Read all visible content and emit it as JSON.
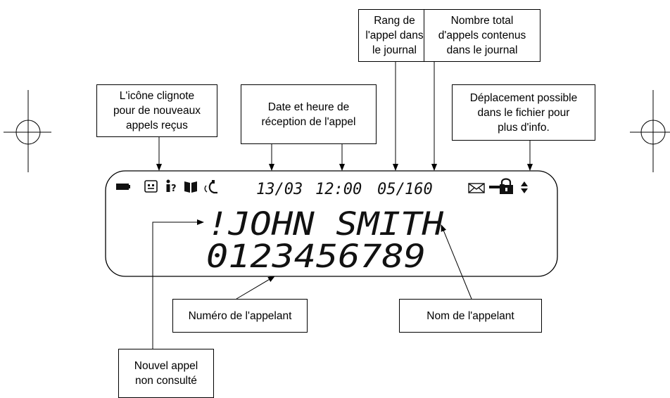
{
  "callouts": {
    "icon_blink": "L'icône clignote\npour de nouveaux\nappels reçus",
    "date_time": "Date et heure de\nréception de l'appel",
    "rank": "Rang de\nl'appel dans\nle journal",
    "total": "Nombre total\nd'appels contenus\ndans le journal",
    "move": "Déplacement possible\ndans le fichier pour\nplus d'info.",
    "caller_number": "Numéro de l'appelant",
    "caller_name": "Nom de l'appelant",
    "new_call": "Nouvel appel\nnon consulté"
  },
  "display": {
    "date": "13/03",
    "time": "12:00",
    "rank": "05/",
    "total": "160",
    "name": "!JOHN SMITH",
    "number": "0123456789"
  },
  "icons": [
    "battery-icon",
    "caller-id-icon",
    "info-query-icon",
    "phonebook-icon",
    "handset-icon",
    "envelope-icon",
    "key-icon",
    "lock-icon",
    "scroll-arrows-icon"
  ]
}
